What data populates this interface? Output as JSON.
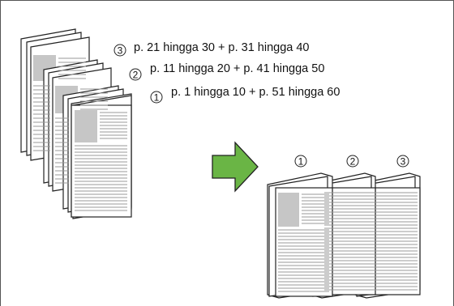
{
  "left_labels": [
    {
      "marker": "3",
      "text": "p. 21 hingga 30 + p. 31 hingga 40"
    },
    {
      "marker": "2",
      "text": "p. 11 hingga 20 + p. 41 hingga 50"
    },
    {
      "marker": "1",
      "text": "p. 1 hingga 10 + p. 51 hingga 60"
    }
  ],
  "right_markers": [
    "1",
    "2",
    "3"
  ],
  "colors": {
    "arrow": "#6ab545",
    "photo": "#c6c6c6",
    "line": "#9a9a9a",
    "outline": "#222222"
  }
}
